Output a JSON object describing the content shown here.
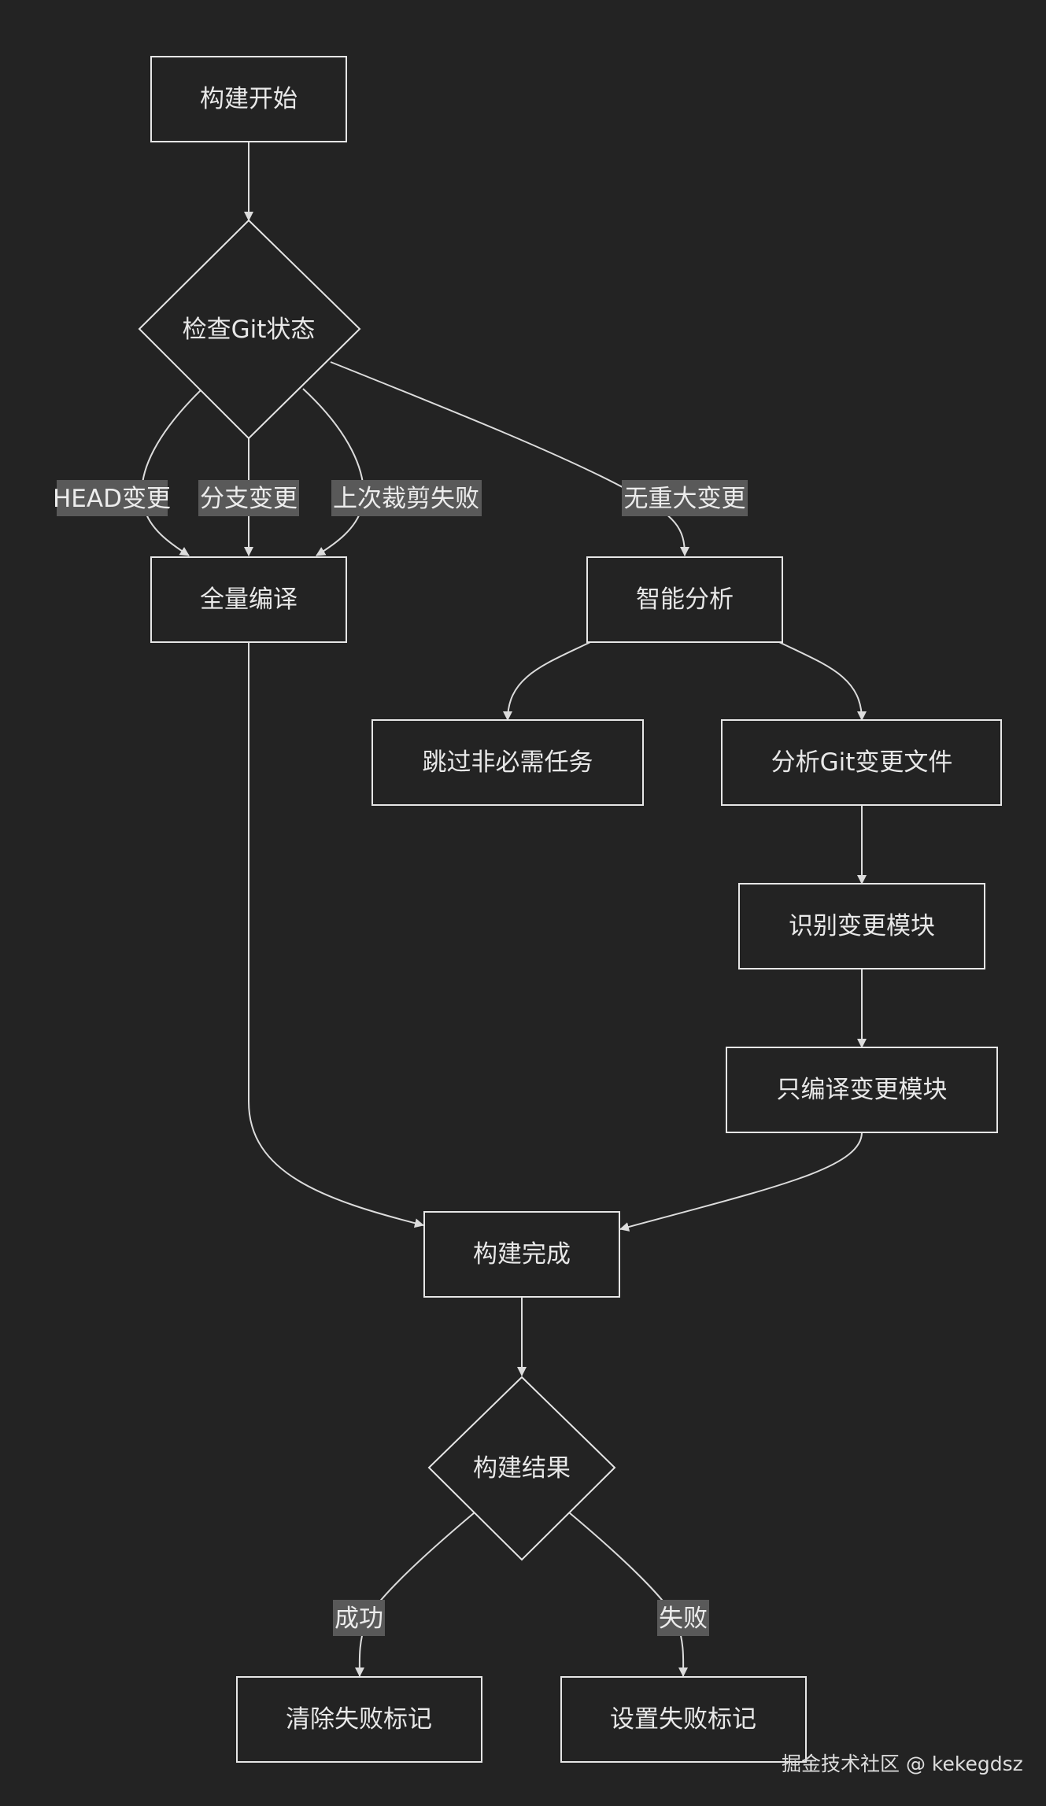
{
  "nodes": {
    "build_start": "构建开始",
    "check_git": "检查Git状态",
    "full_compile": "全量编译",
    "smart_analysis": "智能分析",
    "skip_tasks": "跳过非必需任务",
    "analyze_git_files": "分析Git变更文件",
    "identify_modules": "识别变更模块",
    "compile_changed": "只编译变更模块",
    "build_done": "构建完成",
    "build_result": "构建结果",
    "clear_fail_mark": "清除失败标记",
    "set_fail_mark": "设置失败标记"
  },
  "edge_labels": {
    "head_changed": "HEAD变更",
    "branch_changed": "分支变更",
    "last_prune_failed": "上次裁剪失败",
    "no_major_change": "无重大变更",
    "success": "成功",
    "failure": "失败"
  },
  "watermark": "掘金技术社区 @ kekegdsz",
  "colors": {
    "background": "#232323",
    "stroke": "#e6e6e6",
    "text": "#e8e8e8",
    "label_bg": "#595959"
  }
}
